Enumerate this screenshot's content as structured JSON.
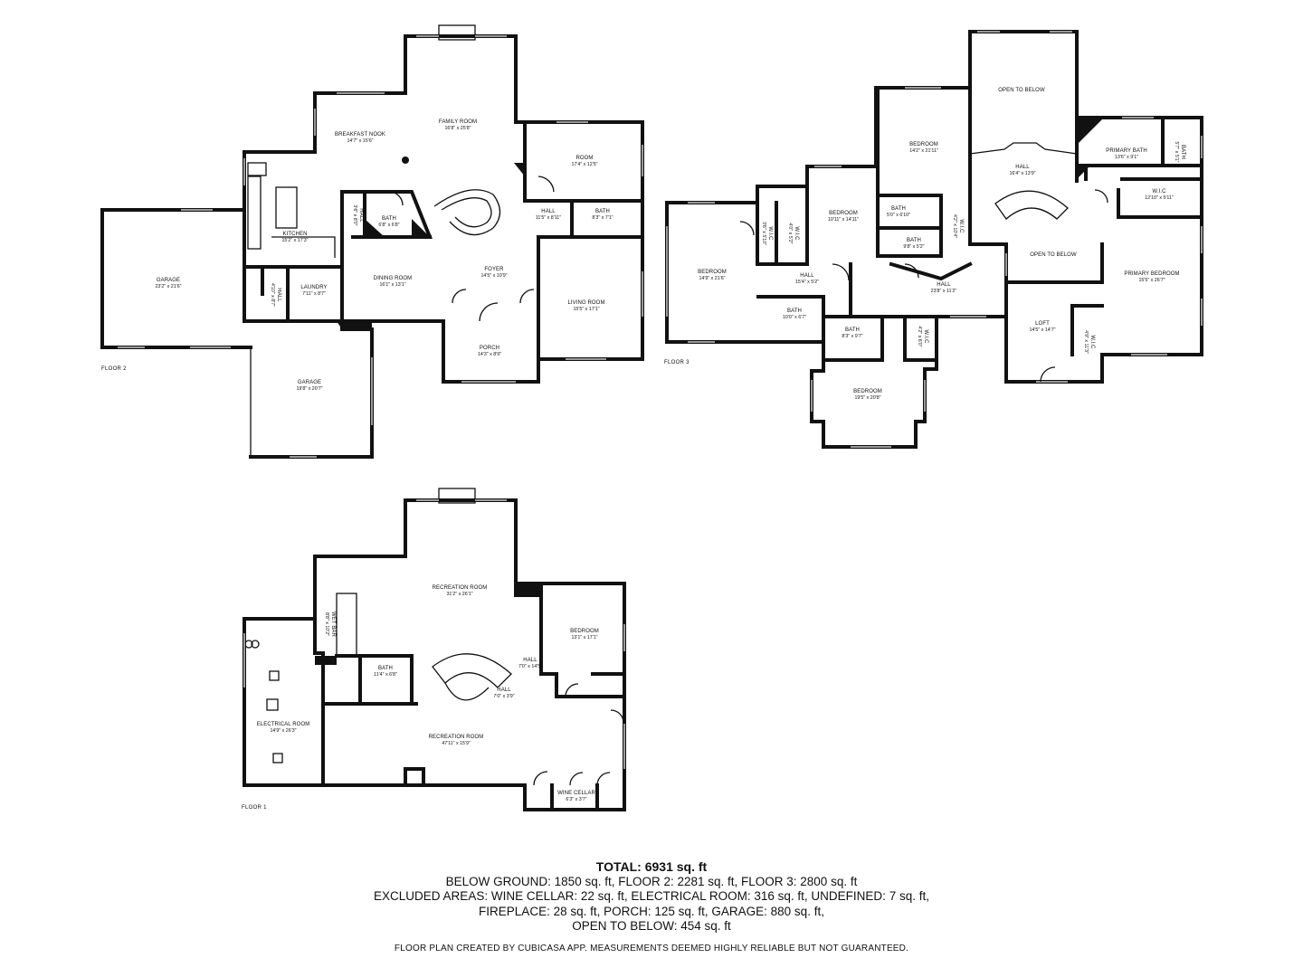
{
  "floors": {
    "floor2": {
      "label": "FLOOR 2",
      "rooms": [
        {
          "id": "breakfast-nook",
          "name": "BREAKFAST NOOK",
          "dims": "14'7\" x 15'6\""
        },
        {
          "id": "family-room",
          "name": "FAMILY ROOM",
          "dims": "16'8\" x 25'8\""
        },
        {
          "id": "room",
          "name": "ROOM",
          "dims": "17'4\" x 12'5\""
        },
        {
          "id": "kitchen",
          "name": "KITCHEN",
          "dims": "15'2\" x 17'3\""
        },
        {
          "id": "hall-a",
          "name": "HALL",
          "dims": "3'6\" x 8'0\""
        },
        {
          "id": "bath-a",
          "name": "BATH",
          "dims": "6'8\" x 6'8\""
        },
        {
          "id": "hall-b",
          "name": "HALL",
          "dims": "11'5\" x 8'11\""
        },
        {
          "id": "bath-b",
          "name": "BATH",
          "dims": "8'3\" x 7'1\""
        },
        {
          "id": "garage-1",
          "name": "GARAGE",
          "dims": "23'2\" x 21'6\""
        },
        {
          "id": "hall-c",
          "name": "HALL",
          "dims": "4'10\" x 8'7\""
        },
        {
          "id": "laundry",
          "name": "LAUNDRY",
          "dims": "7'11\" x 8'7\""
        },
        {
          "id": "dining-room",
          "name": "DINING ROOM",
          "dims": "16'1\" x 13'1\""
        },
        {
          "id": "foyer",
          "name": "FOYER",
          "dims": "14'5\" x 10'9\""
        },
        {
          "id": "living-room",
          "name": "LIVING ROOM",
          "dims": "15'5\" x 17'1\""
        },
        {
          "id": "porch",
          "name": "PORCH",
          "dims": "14'3\" x 8'9\""
        },
        {
          "id": "garage-2",
          "name": "GARAGE",
          "dims": "19'8\" x 20'7\""
        }
      ]
    },
    "floor3": {
      "label": "FLOOR 3",
      "rooms": [
        {
          "id": "open-to-below-1",
          "name": "OPEN TO BELOW",
          "dims": ""
        },
        {
          "id": "bedroom-a",
          "name": "BEDROOM",
          "dims": "14'2\" x 21'11\""
        },
        {
          "id": "primary-bath",
          "name": "PRIMARY BATH",
          "dims": "13'6\" x 9'1\""
        },
        {
          "id": "bath-pb",
          "name": "BATH",
          "dims": "5'7\" x 5'1\""
        },
        {
          "id": "hall-up",
          "name": "HALL",
          "dims": "16'4\" x 13'9\""
        },
        {
          "id": "bedroom-b",
          "name": "BEDROOM",
          "dims": "10'11\" x 14'11\""
        },
        {
          "id": "bath-c",
          "name": "BATH",
          "dims": "5'0\" x 6'10\""
        },
        {
          "id": "wic-a",
          "name": "W.I.C",
          "dims": "4'2\" x 10'4\""
        },
        {
          "id": "wic-b",
          "name": "W.I.C",
          "dims": "12'10\" x 5'11\""
        },
        {
          "id": "bath-d",
          "name": "BATH",
          "dims": "9'8\" x 5'2\""
        },
        {
          "id": "wic-c",
          "name": "W.I.C",
          "dims": "3'6\" x 5'10\""
        },
        {
          "id": "wic-d",
          "name": "W.I.C",
          "dims": "4'0\" x 5'2\""
        },
        {
          "id": "bedroom-c",
          "name": "BEDROOM",
          "dims": "14'9\" x 21'6\""
        },
        {
          "id": "hall-d",
          "name": "HALL",
          "dims": "15'4\" x 5'2\""
        },
        {
          "id": "open-to-below-2",
          "name": "OPEN TO BELOW",
          "dims": ""
        },
        {
          "id": "primary-bedroom",
          "name": "PRIMARY BEDROOM",
          "dims": "15'5\" x 26'7\""
        },
        {
          "id": "hall-e",
          "name": "HALL",
          "dims": "23'8\" x 11'2\""
        },
        {
          "id": "bath-e",
          "name": "BATH",
          "dims": "10'0\" x 6'7\""
        },
        {
          "id": "bath-f",
          "name": "BATH",
          "dims": "8'3\" x 9'7\""
        },
        {
          "id": "wic-e",
          "name": "W.I.C",
          "dims": "4'2\" x 6'0\""
        },
        {
          "id": "loft",
          "name": "LOFT",
          "dims": "14'5\" x 14'7\""
        },
        {
          "id": "wic-f",
          "name": "W.I.C",
          "dims": "4'9\" x 11'3\""
        },
        {
          "id": "bedroom-d",
          "name": "BEDROOM",
          "dims": "19'5\" x 20'8\""
        }
      ]
    },
    "floor1": {
      "label": "FLOOR 1",
      "rooms": [
        {
          "id": "recreation-room-1",
          "name": "RECREATION ROOM",
          "dims": "31'2\" x 26'1\""
        },
        {
          "id": "wet-bar",
          "name": "WET BAR",
          "dims": "8'8\" x 10'2\""
        },
        {
          "id": "bedroom-low",
          "name": "BEDROOM",
          "dims": "13'1\" x 17'1\""
        },
        {
          "id": "hall-low-a",
          "name": "HALL",
          "dims": "7'0\" x 14'5\""
        },
        {
          "id": "bath-low",
          "name": "BATH",
          "dims": "11'4\" x 6'8\""
        },
        {
          "id": "hall-low-b",
          "name": "HALL",
          "dims": "7'0\" x 3'9\""
        },
        {
          "id": "electrical-room",
          "name": "ELECTRICAL ROOM",
          "dims": "14'9\" x 26'3\""
        },
        {
          "id": "recreation-room-2",
          "name": "RECREATION ROOM",
          "dims": "47'11\" x 15'9\""
        },
        {
          "id": "wine-cellar",
          "name": "WINE CELLAR",
          "dims": "6'3\" x 3'7\""
        }
      ]
    }
  },
  "summary": {
    "total": "TOTAL: 6931 sq. ft",
    "lines": [
      "BELOW GROUND: 1850 sq. ft, FLOOR 2: 2281 sq. ft, FLOOR 3: 2800 sq. ft",
      "EXCLUDED AREAS: WINE CELLAR: 22 sq. ft, ELECTRICAL ROOM: 316 sq. ft, UNDEFINED: 7 sq. ft,",
      "FIREPLACE: 28 sq. ft, PORCH: 125 sq. ft, GARAGE: 880 sq. ft,",
      "OPEN TO BELOW: 454 sq. ft"
    ]
  },
  "disclaimer": "FLOOR PLAN CREATED BY CUBICASA APP. MEASUREMENTS DEEMED HIGHLY RELIABLE BUT NOT GUARANTEED."
}
